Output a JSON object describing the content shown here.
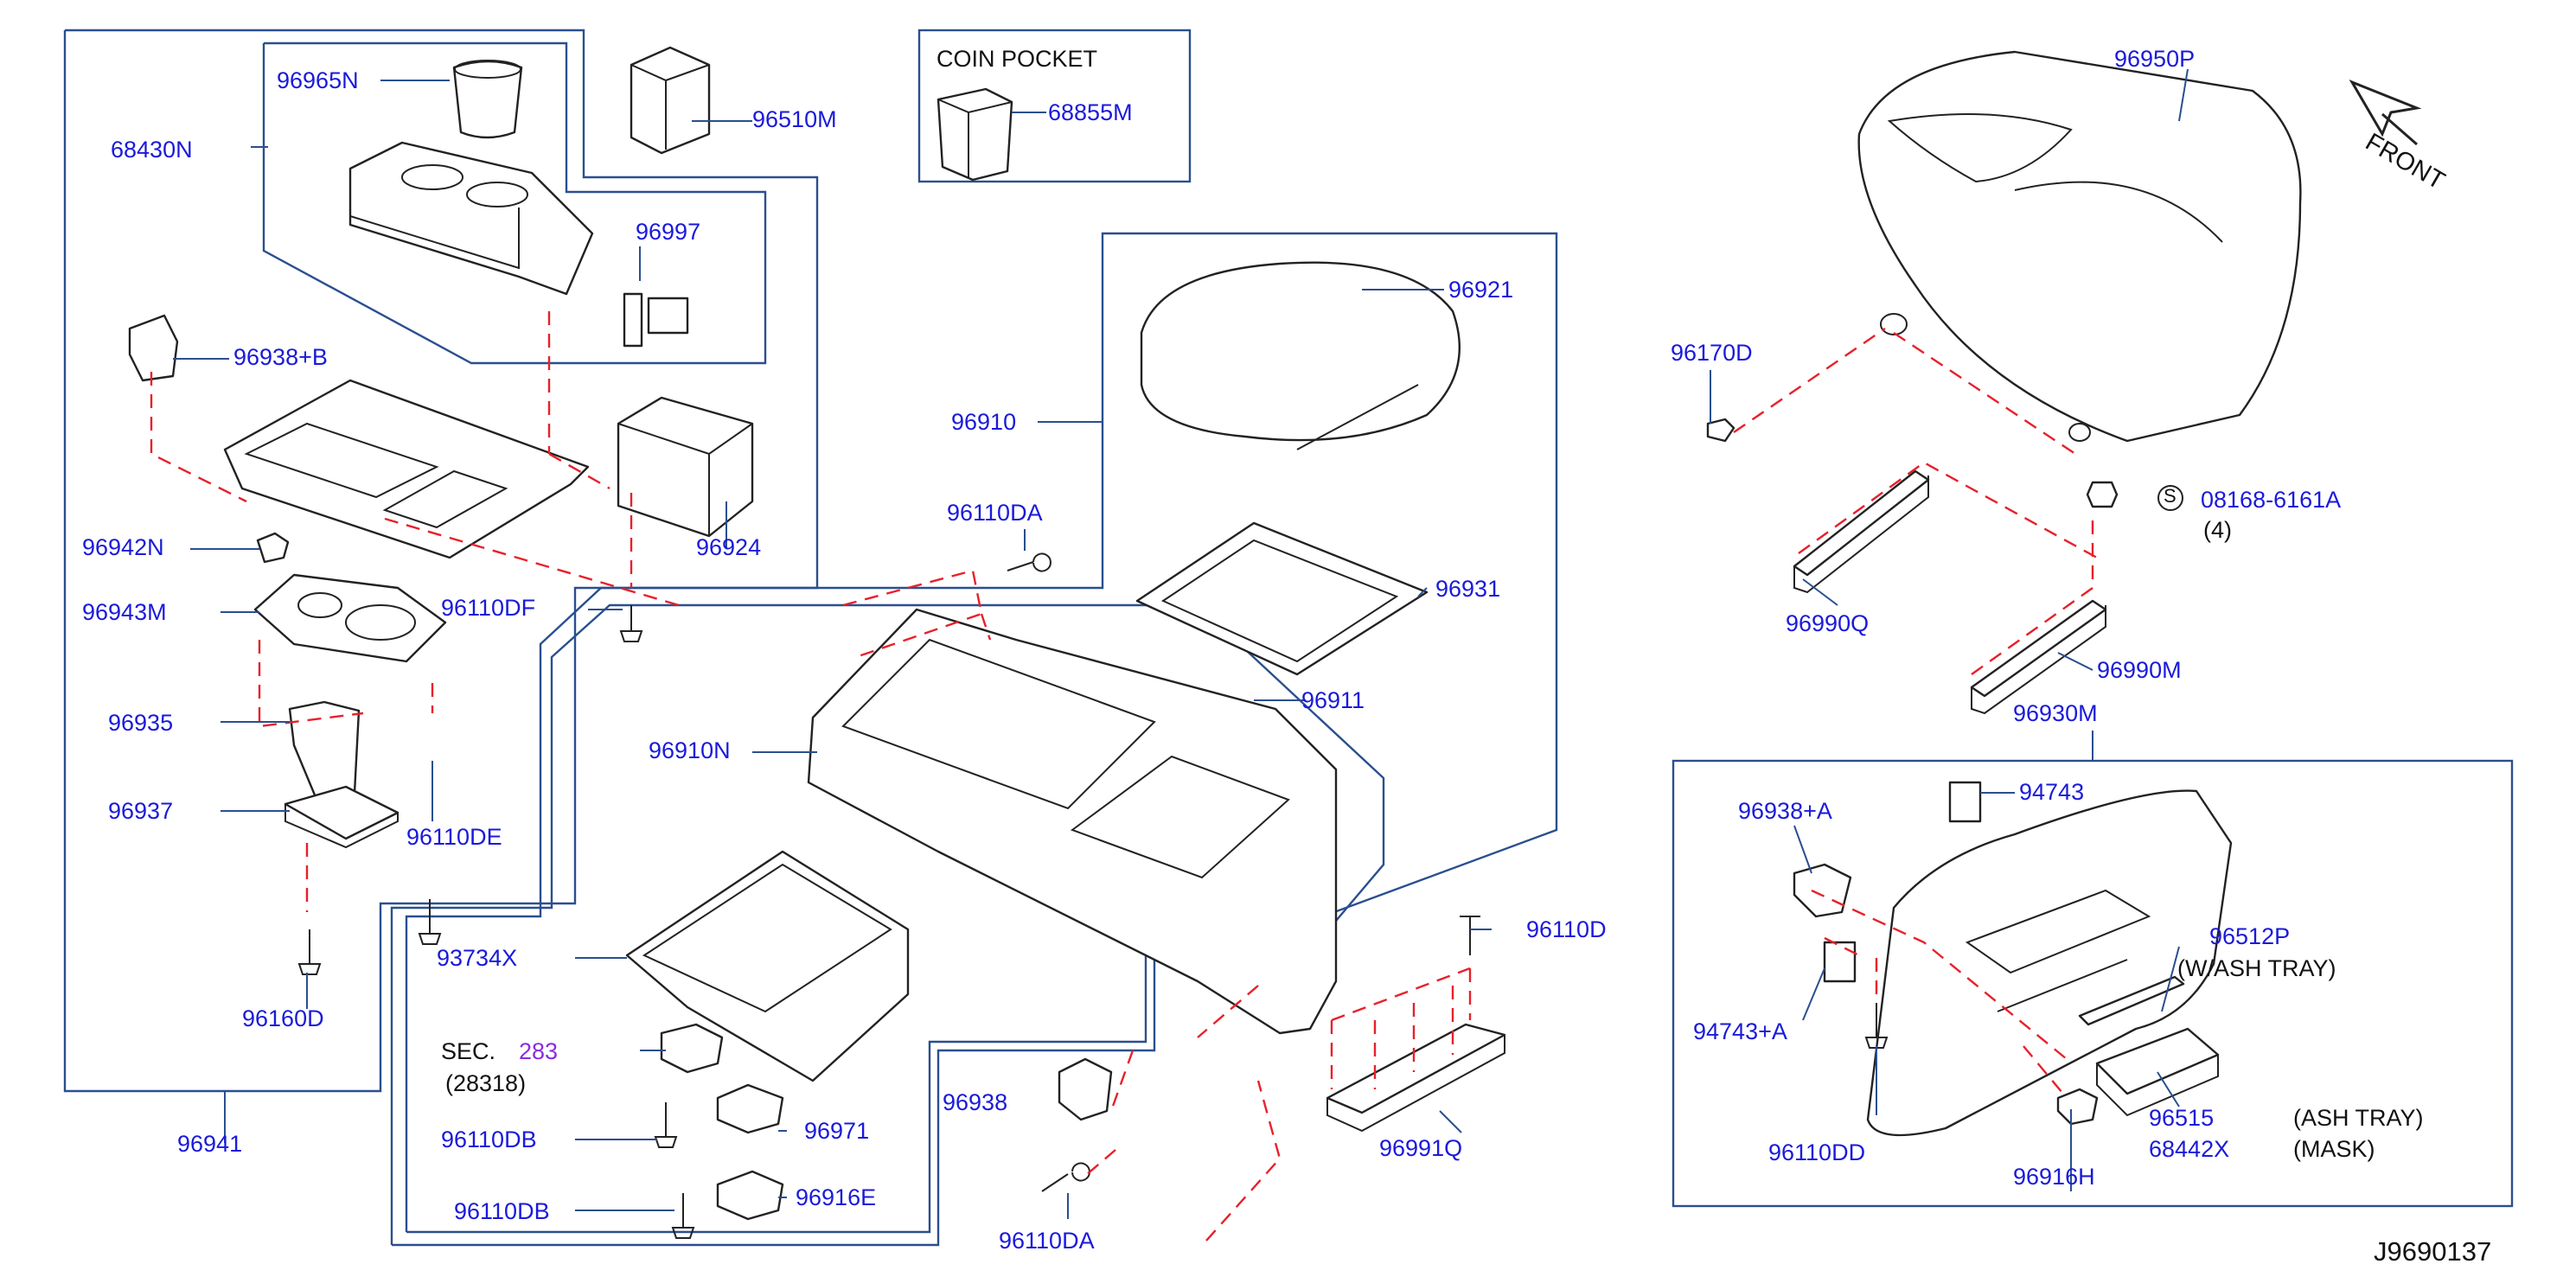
{
  "diagram_id": "J9690137",
  "front_label": "FRONT",
  "coin_pocket_title": "COIN    POCKET",
  "section": {
    "prefix": "SEC.",
    "number": "283",
    "sub": "(28318)"
  },
  "bolt_spec": {
    "symbol": "S",
    "part": "08168-6161A",
    "qty": "(4)"
  },
  "notes": {
    "ash_tray": "(W/ASH    TRAY)",
    "ash_tray2": "(ASH    TRAY)",
    "mask": "(MASK)"
  },
  "parts": {
    "p96965N": "96965N",
    "p96510M": "96510M",
    "p68855M": "68855M",
    "p68430N": "68430N",
    "p96997": "96997",
    "p96938B": "96938+B",
    "p96910": "96910",
    "p96921": "96921",
    "p96110DA_top": "96110DA",
    "p96942N": "96942N",
    "p96924": "96924",
    "p96943M": "96943M",
    "p96110DF": "96110DF",
    "p96931": "96931",
    "p96935": "96935",
    "p96911": "96911",
    "p96910N": "96910N",
    "p96937": "96937",
    "p96110DE": "96110DE",
    "p93734X": "93734X",
    "p96160D": "96160D",
    "p96110D": "96110D",
    "p96941": "96941",
    "p96110DB_1": "96110DB",
    "p96971": "96971",
    "p96938": "96938",
    "p96991Q": "96991Q",
    "p96110DB_2": "96110DB",
    "p96916E": "96916E",
    "p96110DA_bot": "96110DA",
    "p96950P": "96950P",
    "p96170D": "96170D",
    "p96990Q": "96990Q",
    "p96990M": "96990M",
    "p96930M": "96930M",
    "p96938A": "96938+A",
    "p94743": "94743",
    "p96512P": "96512P",
    "p94743A": "94743+A",
    "p96515": "96515",
    "p68442X": "68442X",
    "p96110DD": "96110DD",
    "p96916H": "96916H"
  }
}
